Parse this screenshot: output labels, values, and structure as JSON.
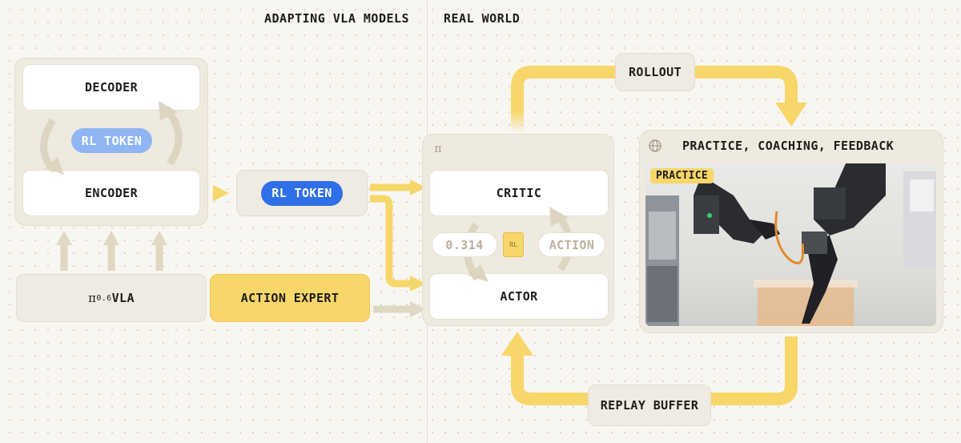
{
  "sections": {
    "left_title": "ADAPTING VLA MODELS",
    "right_title": "REAL WORLD"
  },
  "left": {
    "decoder_label": "DECODER",
    "encoder_label": "ENCODER",
    "inner_token_label": "RL TOKEN",
    "vla_symbol": "π",
    "vla_subscript": "0.6",
    "vla_suffix": "VLA",
    "action_expert_label": "ACTION EXPERT"
  },
  "middle": {
    "token_label": "RL TOKEN"
  },
  "policy": {
    "pi_icon": "π",
    "critic_label": "CRITIC",
    "actor_label": "ACTOR",
    "value_label": "0.314",
    "doc_icon_label": "RL",
    "action_label": "ACTION"
  },
  "loop": {
    "rollout_label": "ROLLOUT",
    "replay_label": "REPLAY BUFFER"
  },
  "practice": {
    "title": "PRACTICE, COACHING, FEEDBACK",
    "tag": "PRACTICE",
    "globe_icon": "globe-icon"
  },
  "colors": {
    "yellow_accent": "#f7d66a",
    "blue_token": "#2f6fe8",
    "light_blue_token": "#8fb6f2",
    "beige_arrow": "#e0d8c3"
  }
}
